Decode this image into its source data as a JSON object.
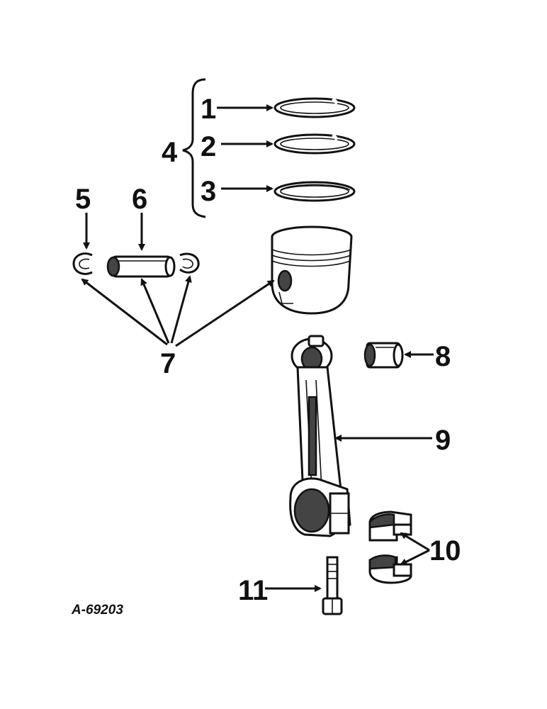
{
  "callouts": {
    "c1": "1",
    "c2": "2",
    "c3": "3",
    "c4": "4",
    "c5": "5",
    "c6": "6",
    "c7": "7",
    "c8": "8",
    "c9": "9",
    "c10": "10",
    "c11": "11"
  },
  "figure_id": "A-69203",
  "icons": {
    "ring_1": "piston-ring-icon",
    "ring_2": "piston-ring-icon",
    "ring_3": "piston-ring-icon",
    "snap_ring_left": "snap-ring-icon",
    "piston_pin": "piston-pin-icon",
    "snap_ring_right": "snap-ring-icon",
    "piston": "piston-icon",
    "bushing": "bushing-icon",
    "connecting_rod": "connecting-rod-icon",
    "bearing_upper": "bearing-shell-icon",
    "bearing_lower": "bearing-shell-icon",
    "bolt": "bolt-icon"
  }
}
